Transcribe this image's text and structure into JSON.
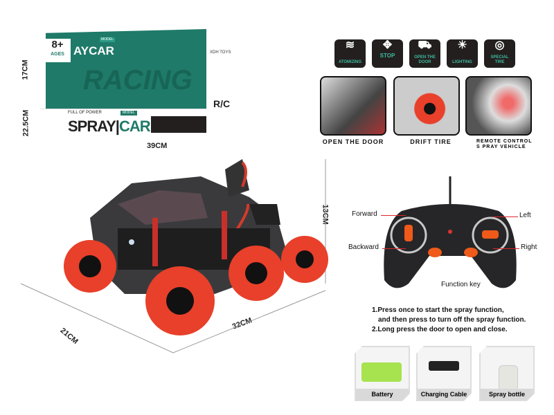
{
  "box": {
    "age": "8+",
    "age_label": "AGES",
    "top_title_left": "AY",
    "top_title_right": "CAR",
    "top_model": "MODEL",
    "background_word": "RACING",
    "tagline": "FULL OF POWER",
    "model_badge": "MODEL",
    "title_left": "SPRAY",
    "title_right": "CAR",
    "brand": "XDH TOYS",
    "rc_logo": "R/C"
  },
  "dimensions": {
    "box_height": "17CM",
    "box_depth": "22.5CM",
    "box_width": "39CM",
    "car_height": "13CM",
    "car_width": "21CM",
    "car_length": "32CM"
  },
  "features": [
    {
      "label": "ATOMIZING",
      "icon": "spray-icon"
    },
    {
      "label": "STOP",
      "icon": "arrows-icon"
    },
    {
      "label": "OPEN THE DOOR",
      "icon": "car-doors-icon"
    },
    {
      "label": "LIGHTING",
      "icon": "bulb-icon"
    },
    {
      "label": "SPECIAL TIRE",
      "icon": "tire-icon"
    }
  ],
  "photos": [
    {
      "caption": "OPEN THE DOOR"
    },
    {
      "caption": "DRIFT TIRE"
    },
    {
      "caption": "REMOTE CONTROL S PRAY VEHICLE"
    }
  ],
  "controller": {
    "forward": "Forward",
    "backward": "Backward",
    "left": "Left",
    "right": "Right",
    "function_key": "Function key"
  },
  "instructions": [
    "1.Press once to start the spray function,",
    "and then press to turn off the spray function.",
    "2.Long press the door to open and close."
  ],
  "accessories": [
    {
      "label": "Battery"
    },
    {
      "label": "Charging Cable"
    },
    {
      "label": "Spray bottle"
    }
  ],
  "colors": {
    "teal": "#1f7a69",
    "accent_red": "#e8402a",
    "dark": "#231f1f"
  }
}
